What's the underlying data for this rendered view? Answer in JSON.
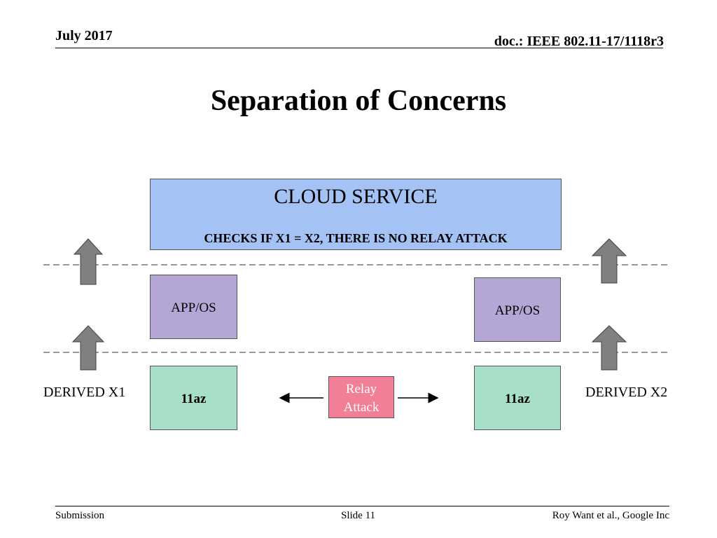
{
  "header": {
    "date": "July 2017",
    "doc": "doc.: IEEE 802.11-17/1118r3"
  },
  "title": "Separation of Concerns",
  "diagram": {
    "cloud": {
      "title": "CLOUD SERVICE",
      "subtitle": "CHECKS IF X1 = X2,  THERE IS NO RELAY ATTACK"
    },
    "app_left": "APP/OS",
    "app_right": "APP/OS",
    "radio_left": "11az",
    "radio_right": "11az",
    "relay_line1": "Relay",
    "relay_line2": "Attack",
    "derived_left": "DERIVED X1",
    "derived_right": "DERIVED X2"
  },
  "footer": {
    "left": "Submission",
    "center": "Slide 11",
    "right": "Roy Want et al., Google Inc"
  },
  "colors": {
    "cloud": "#a4c2f4",
    "app": "#b4a7d6",
    "radio": "#a8dfc8",
    "relay": "#f27f95",
    "arrow": "#808080"
  }
}
